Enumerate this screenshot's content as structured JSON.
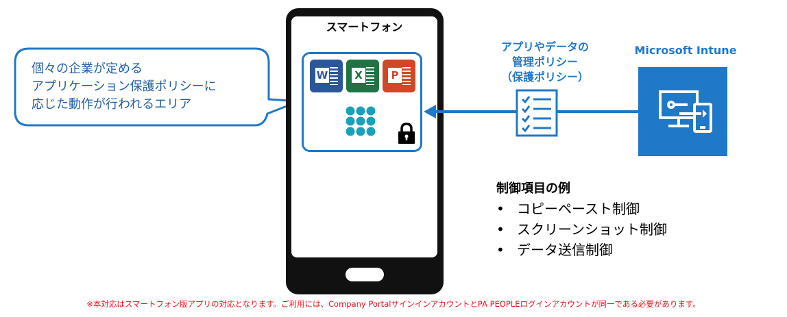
{
  "bubble": {
    "lines": [
      "個々の企業が定める",
      "アプリケーション保護ポリシーに",
      "応じた動作が行われるエリア"
    ]
  },
  "phone": {
    "title": "スマートフォン",
    "apps": [
      {
        "name": "Word",
        "letter": "W"
      },
      {
        "name": "Excel",
        "letter": "X"
      },
      {
        "name": "PowerPoint",
        "letter": "P"
      }
    ]
  },
  "policy": {
    "lines": [
      "アプリやデータの",
      "管理ポリシー",
      "（保護ポリシー）"
    ]
  },
  "intune": {
    "title": "Microsoft Intune"
  },
  "examples": {
    "heading": "制御項目の例",
    "bullet": "•",
    "items": [
      "コピーペースト制御",
      "スクリーンショット制御",
      "データ送信制御"
    ]
  },
  "footnote": "※本対応はスマートフォン版アプリの対応となります。ご利用には、Company PortalサインインアカウントとPA PEOPLEログインアカウントが同一である必要があります。",
  "colors": {
    "accent": "#1f78c8",
    "bubble_text": "#1f5fa8",
    "word": "#2b579a",
    "excel": "#217346",
    "powerpoint": "#d24726",
    "footnote": "#e8101a"
  }
}
